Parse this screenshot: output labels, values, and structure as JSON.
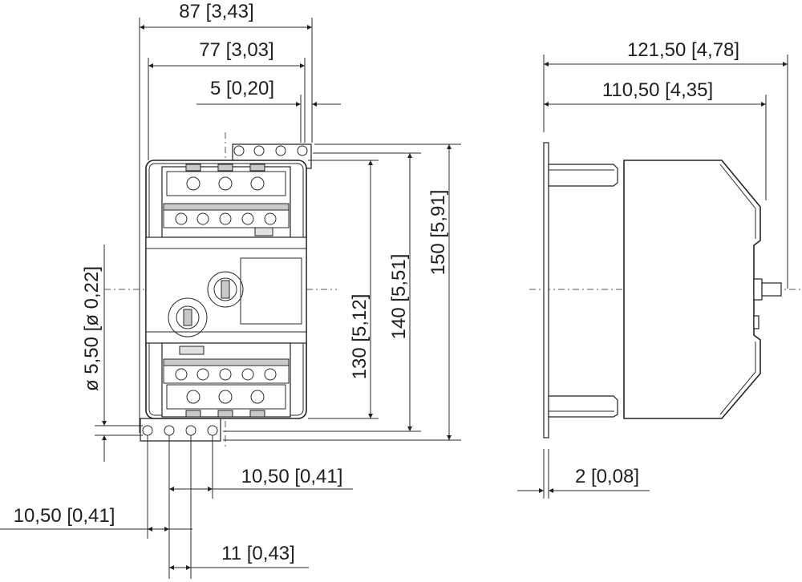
{
  "drawing": {
    "dimensions": {
      "overall_width": "87 [3,43]",
      "mount_width": "77 [3,03]",
      "offset": "5 [0,20]",
      "side_depth_total": "121,50 [4,78]",
      "side_depth": "110,50 [4,35]",
      "height_150": "150 [5,91]",
      "height_140": "140 [5,51]",
      "height_130": "130 [5,12]",
      "hole_dia": "ø 5,50 [ø 0,22]",
      "pitch_a": "10,50 [0,41]",
      "pitch_b": "10,50 [0,41]",
      "pitch_c": "11 [0,43]",
      "plate_thickness": "2 [0,08]"
    }
  }
}
